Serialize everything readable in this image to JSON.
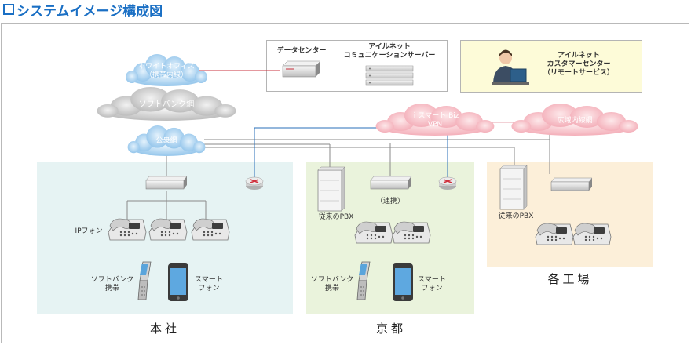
{
  "title": "システムイメージ構成図",
  "clouds": {
    "white_office": "ホワイトオフィス\n（携帯内線）",
    "softbank_net": "ソフトバンク網",
    "public_net": "公衆網",
    "smart_biz_vpn": "ｉスマート Biz\nVPN",
    "wide_area_net": "広域内線網"
  },
  "datacenter": {
    "label": "データセンター",
    "server_label": "アイルネット\nコミュニケーションサーバー"
  },
  "customer_center": {
    "label": "アイルネット\nカスタマーセンター\n（リモートサービス）"
  },
  "sites": {
    "honsha": {
      "name": "本社",
      "ip_phone": "IPフォン",
      "softbank_phone": "ソフトバンク\n携帯",
      "smartphone": "スマート\nフォン"
    },
    "kyoto": {
      "name": "京都",
      "pbx": "従来のPBX",
      "link": "（連携）",
      "softbank_phone": "ソフトバンク\n携帯",
      "smartphone": "スマート\nフォン"
    },
    "factories": {
      "name": "各工場",
      "pbx": "従来のPBX"
    }
  },
  "colors": {
    "title": "#1a6fc4",
    "honsha_bg": "#e6f3f3",
    "kyoto_bg": "#eaf3dc",
    "factory_bg": "#fcefd9",
    "customer_bg": "#fdfbd8",
    "blue_cloud": "#a8d0ef",
    "gray_cloud": "#cfcfcf",
    "pink_cloud": "#f7c5cc",
    "red_line": "#c8303c",
    "blue_line": "#2a6fb8"
  }
}
